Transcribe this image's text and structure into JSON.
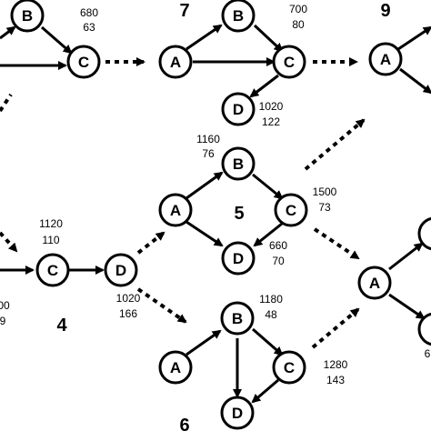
{
  "colors": {
    "stroke": "#000000",
    "fill": "#ffffff"
  },
  "graphs": {
    "g7": {
      "number": "7"
    },
    "g9": {
      "number": "9"
    },
    "g5": {
      "number": "5"
    },
    "g4": {
      "number": "4"
    },
    "g6": {
      "number": "6"
    }
  },
  "labels": {
    "l_680": {
      "a": "680",
      "b": "63"
    },
    "l_700": {
      "a": "700",
      "b": "80"
    },
    "l_1020a": {
      "a": "1020",
      "b": "122"
    },
    "l_1160": {
      "a": "1160",
      "b": "76"
    },
    "l_1500": {
      "a": "1500",
      "b": "73"
    },
    "l_660": {
      "a": "660",
      "b": "70"
    },
    "l_1120": {
      "a": "1120",
      "b": "110"
    },
    "l_1020b": {
      "a": "1020",
      "b": "166"
    },
    "l_00": {
      "a": "00",
      "b": "9"
    },
    "l_1180": {
      "a": "1180",
      "b": "48"
    },
    "l_1280": {
      "a": "1280",
      "b": "143"
    },
    "l_6": {
      "a": "6"
    }
  },
  "nodes": {
    "B_tl": "B",
    "C_tl": "C",
    "A_7": "A",
    "B_7": "B",
    "C_7": "C",
    "D_7": "D",
    "A_9": "A",
    "A_5": "A",
    "B_5": "B",
    "C_5": "C",
    "D_5": "D",
    "C_4": "C",
    "D_4": "D",
    "A_6": "A",
    "B_6": "B",
    "C_6": "C",
    "D_6": "D",
    "A_r": "A"
  }
}
